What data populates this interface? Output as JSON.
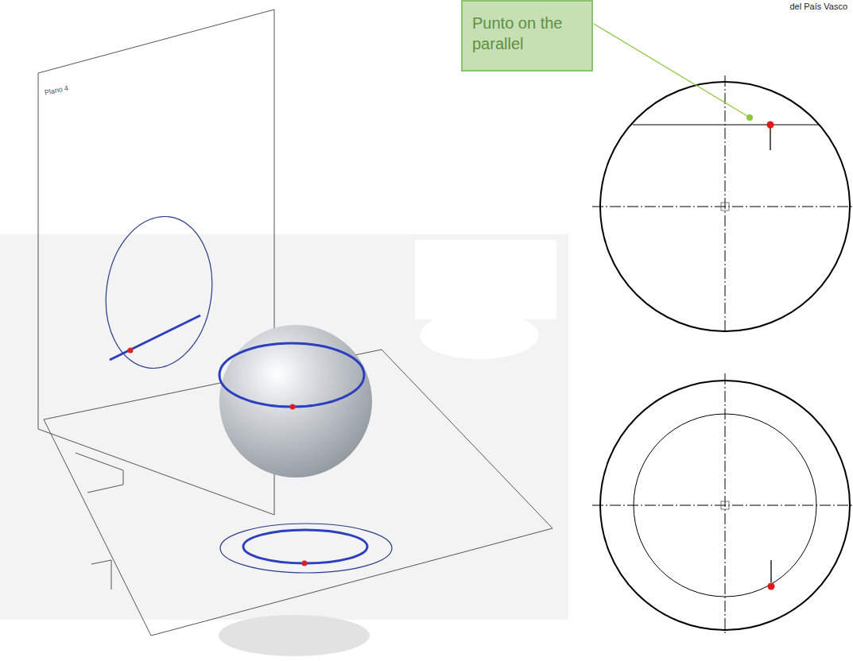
{
  "diagram": {
    "nodes": [
      {
        "text": [
          "Punto on the parallel"
        ]
      }
    ],
    "labels": [
      "del País Vasco",
      "Plano 4"
    ]
  }
}
